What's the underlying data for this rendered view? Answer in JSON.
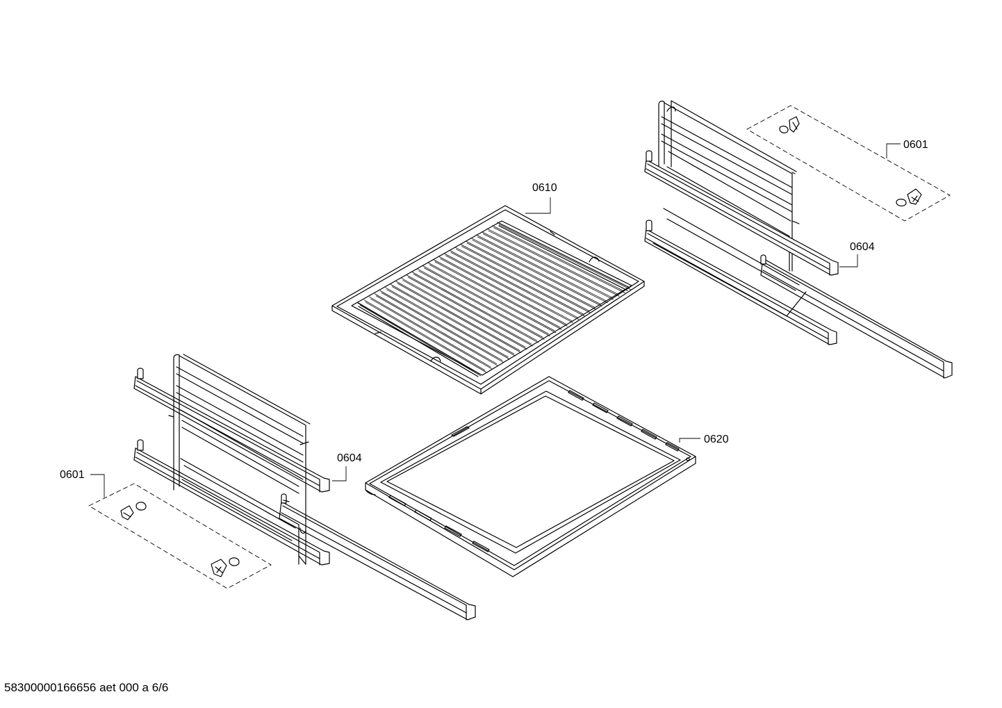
{
  "callouts": {
    "wire_rack": "0610",
    "baking_tray": "0620",
    "rail_right": "0604",
    "clips_right": "0601",
    "rail_left": "0604",
    "clips_left": "0601"
  },
  "footer": {
    "document_code": "58300000166656 aet 000 a 6/6"
  }
}
